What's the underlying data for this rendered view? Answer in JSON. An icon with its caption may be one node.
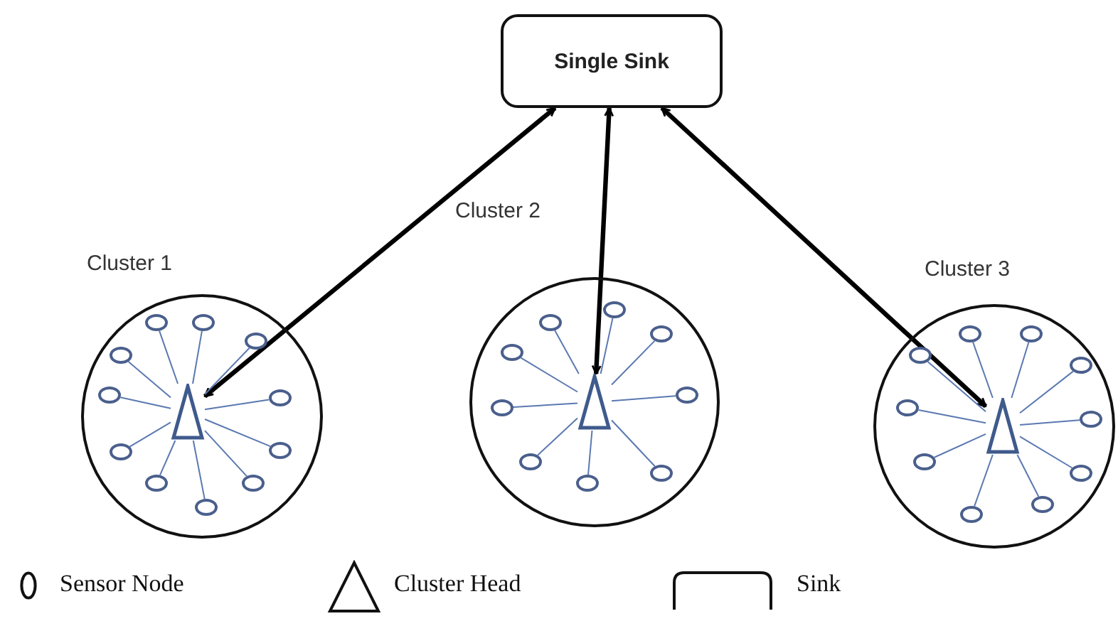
{
  "diagram": {
    "nodes": [
      {
        "text": [
          "Single Sink"
        ]
      },
      {
        "text": [
          "Cluster 1"
        ]
      },
      {
        "text": [],
        "shape": "triangle",
        "in": 1
      },
      {
        "text": [],
        "shape": "circle",
        "in": 1
      },
      {
        "text": [],
        "shape": "circle",
        "in": 1
      },
      {
        "text": [],
        "shape": "circle",
        "in": 1
      },
      {
        "text": [],
        "shape": "circle",
        "in": 1
      },
      {
        "text": [],
        "shape": "circle",
        "in": 1
      },
      {
        "text": [],
        "shape": "circle",
        "in": 1
      },
      {
        "text": [],
        "shape": "circle",
        "in": 1
      },
      {
        "text": [],
        "shape": "circle",
        "in": 1
      },
      {
        "text": [],
        "shape": "circle",
        "in": 1
      },
      {
        "text": [],
        "shape": "circle",
        "in": 1
      },
      {
        "text": [],
        "shape": "circle",
        "in": 1
      },
      {
        "text": [
          "Cluster 2"
        ]
      },
      {
        "text": [],
        "shape": "triangle",
        "in": 14
      },
      {
        "text": [],
        "shape": "circle",
        "in": 14
      },
      {
        "text": [],
        "shape": "circle",
        "in": 14
      },
      {
        "text": [],
        "shape": "circle",
        "in": 14
      },
      {
        "text": [],
        "shape": "circle",
        "in": 14
      },
      {
        "text": [],
        "shape": "circle",
        "in": 14
      },
      {
        "text": [],
        "shape": "circle",
        "in": 14
      },
      {
        "text": [],
        "shape": "circle",
        "in": 14
      },
      {
        "text": [],
        "shape": "circle",
        "in": 14
      },
      {
        "text": [],
        "shape": "circle",
        "in": 14
      },
      {
        "text": [
          "Cluster 3"
        ]
      },
      {
        "text": [],
        "shape": "triangle",
        "in": 25
      },
      {
        "text": [],
        "shape": "circle",
        "in": 25
      },
      {
        "text": [],
        "shape": "circle",
        "in": 25
      },
      {
        "text": [],
        "shape": "circle",
        "in": 25
      },
      {
        "text": [],
        "shape": "circle",
        "in": 25
      },
      {
        "text": [],
        "shape": "circle",
        "in": 25
      },
      {
        "text": [],
        "shape": "circle",
        "in": 25
      },
      {
        "text": [],
        "shape": "circle",
        "in": 25
      },
      {
        "text": [],
        "shape": "circle",
        "in": 25
      },
      {
        "text": [],
        "shape": "circle",
        "in": 25
      },
      {
        "text": [],
        "shape": "circle",
        "in": 25
      }
    ],
    "edges": [
      {
        "from": 2,
        "to": 0,
        "arrow": "both",
        "style": "thick",
        "color": "#000000"
      },
      {
        "from": 15,
        "to": 0,
        "arrow": "both",
        "style": "thick",
        "color": "#000000"
      },
      {
        "from": 26,
        "to": 0,
        "arrow": "both",
        "style": "thick",
        "color": "#000000"
      },
      {
        "from": 3,
        "to": 2,
        "arrow": "none"
      },
      {
        "from": 4,
        "to": 2,
        "arrow": "none"
      },
      {
        "from": 5,
        "to": 2,
        "arrow": "none"
      },
      {
        "from": 6,
        "to": 2,
        "arrow": "none"
      },
      {
        "from": 7,
        "to": 2,
        "arrow": "none"
      },
      {
        "from": 8,
        "to": 2,
        "arrow": "none"
      },
      {
        "from": 9,
        "to": 2,
        "arrow": "none"
      },
      {
        "from": 10,
        "to": 2,
        "arrow": "none"
      },
      {
        "from": 11,
        "to": 2,
        "arrow": "none"
      },
      {
        "from": 12,
        "to": 2,
        "arrow": "none"
      },
      {
        "from": 13,
        "to": 2,
        "arrow": "none"
      },
      {
        "from": 16,
        "to": 15,
        "arrow": "none"
      },
      {
        "from": 17,
        "to": 15,
        "arrow": "none"
      },
      {
        "from": 18,
        "to": 15,
        "arrow": "none"
      },
      {
        "from": 19,
        "to": 15,
        "arrow": "none"
      },
      {
        "from": 20,
        "to": 15,
        "arrow": "none"
      },
      {
        "from": 21,
        "to": 15,
        "arrow": "none"
      },
      {
        "from": 22,
        "to": 15,
        "arrow": "none"
      },
      {
        "from": 23,
        "to": 15,
        "arrow": "none"
      },
      {
        "from": 24,
        "to": 15,
        "arrow": "none"
      },
      {
        "from": 27,
        "to": 26,
        "arrow": "none"
      },
      {
        "from": 28,
        "to": 26,
        "arrow": "none"
      },
      {
        "from": 29,
        "to": 26,
        "arrow": "none"
      },
      {
        "from": 30,
        "to": 26,
        "arrow": "none"
      },
      {
        "from": 31,
        "to": 26,
        "arrow": "none"
      },
      {
        "from": 32,
        "to": 26,
        "arrow": "none"
      },
      {
        "from": 33,
        "to": 26,
        "arrow": "none"
      },
      {
        "from": 34,
        "to": 26,
        "arrow": "none"
      },
      {
        "from": 35,
        "to": 26,
        "arrow": "none"
      },
      {
        "from": 36,
        "to": 26,
        "arrow": "none"
      }
    ],
    "legend": [
      {
        "text": "Sensor Node"
      },
      {
        "text": "Cluster Head"
      },
      {
        "text": "Sink"
      }
    ]
  }
}
